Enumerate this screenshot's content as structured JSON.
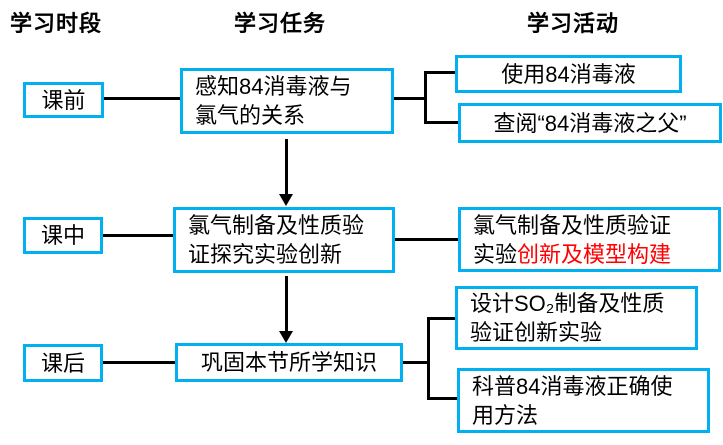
{
  "diagram": {
    "accent_color": "#00b0f0",
    "highlight_color": "#ff0000",
    "line_color": "#000000",
    "columns": {
      "period": "学习时段",
      "task": "学习任务",
      "activity": "学习活动"
    },
    "rows": [
      {
        "stage": "课前",
        "task": {
          "line1": "感知84消毒液与",
          "line2": "氯气的关系"
        },
        "activities": [
          {
            "line1": "使用84消毒液"
          },
          {
            "line1": "查阅“84消毒液之父”"
          }
        ]
      },
      {
        "stage": "课中",
        "task": {
          "line1": "氯气制备及性质验",
          "line2": "证探究实验创新"
        },
        "activities": [
          {
            "line1": "氯气制备及性质验证",
            "line2_black": "实验",
            "line2_red": "创新及模型构建"
          }
        ]
      },
      {
        "stage": "课后",
        "task": {
          "line1": "巩固本节所学知识"
        },
        "activities": [
          {
            "line1": "设计SO₂制备及性质",
            "line2": "验证创新实验"
          },
          {
            "line1": "科普84消毒液正确使",
            "line2": "用方法"
          }
        ]
      }
    ]
  }
}
